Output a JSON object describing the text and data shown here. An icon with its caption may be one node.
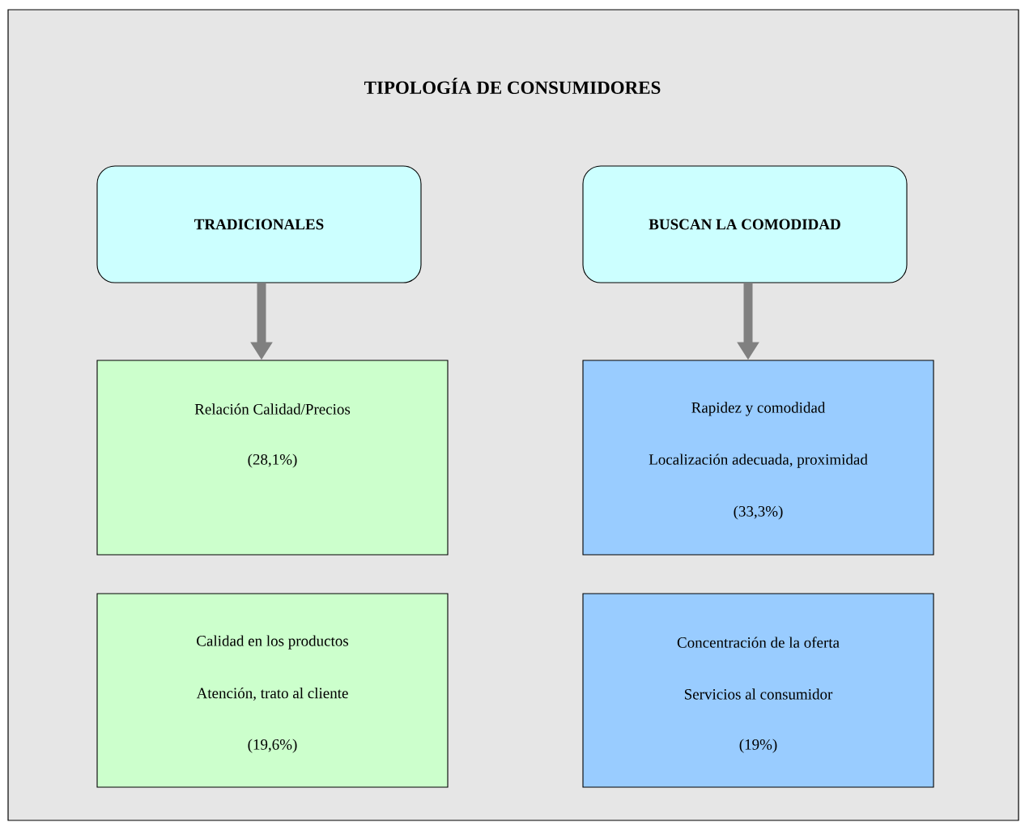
{
  "diagram": {
    "title": "TIPOLOGÍA DE CONSUMIDORES",
    "nodes": [
      {
        "text": [
          "TRADICIONALES"
        ]
      },
      {
        "text": [
          "BUSCAN LA COMODIDAD"
        ]
      },
      {
        "text": [
          "Relación Calidad/Precios",
          "(28,1%)"
        ]
      },
      {
        "text": [
          "Rapidez y comodidad",
          "Localización adecuada, proximidad",
          "(33,3%)"
        ]
      },
      {
        "text": [
          "Calidad en los productos",
          "Atención, trato al cliente",
          "(19,6%)"
        ]
      },
      {
        "text": [
          "Concentración de la oferta",
          "Servicios al consumidor",
          "(19%)"
        ]
      }
    ],
    "edges": [
      {
        "from": 0,
        "to": 2,
        "arrow": "to"
      },
      {
        "from": 1,
        "to": 3,
        "arrow": "to"
      }
    ]
  }
}
